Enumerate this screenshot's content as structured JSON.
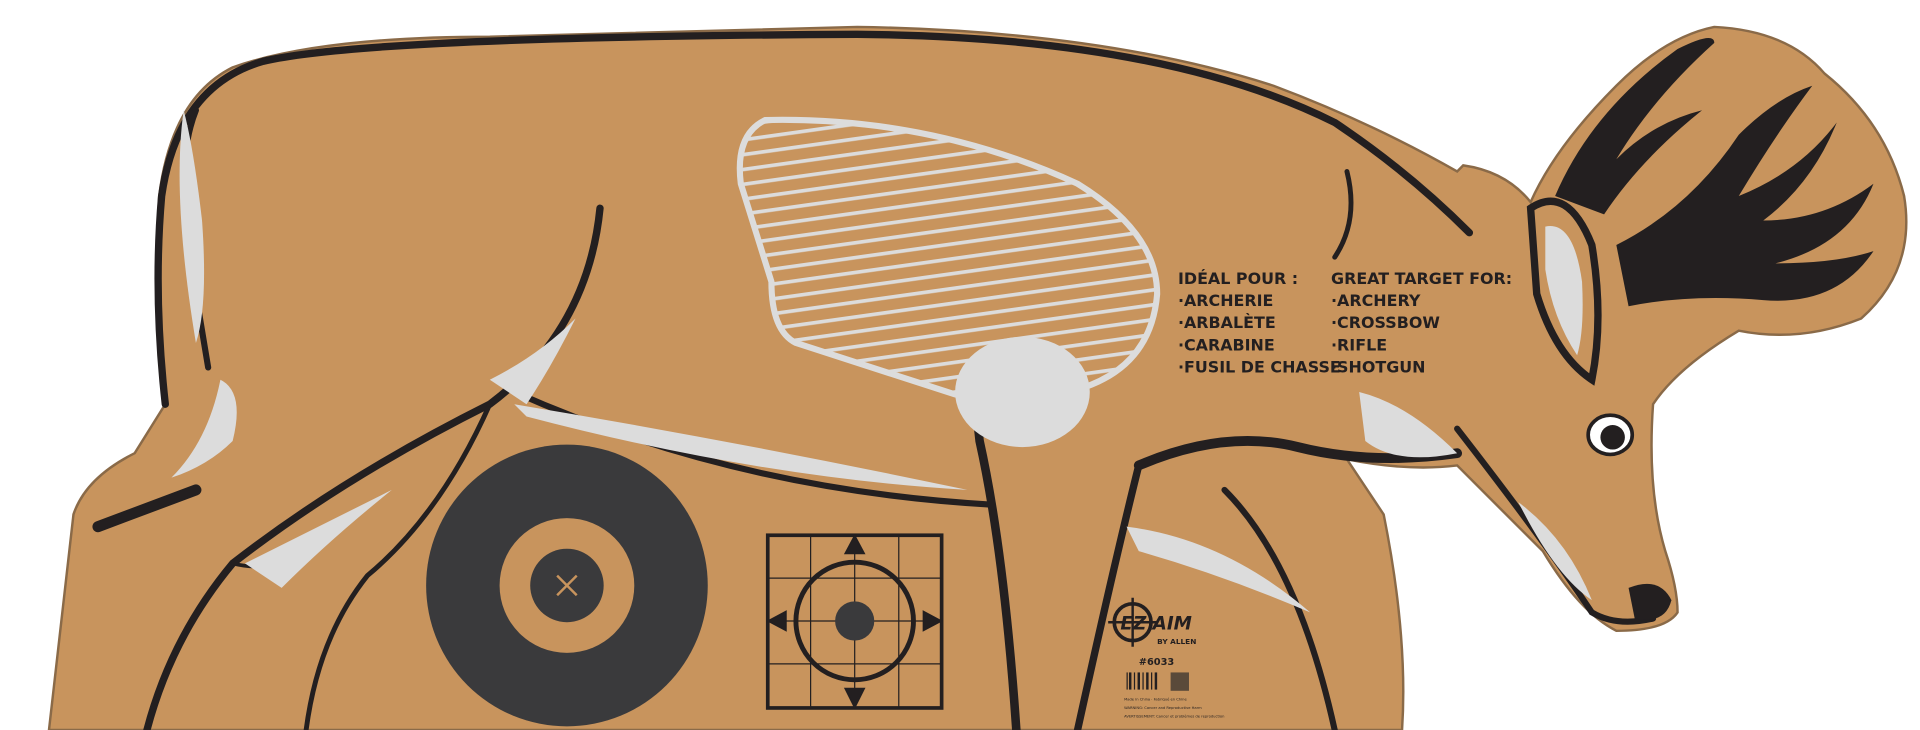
{
  "product": {
    "fr_heading": "IDÉAL POUR :",
    "fr_items": [
      "·ARCHERIE",
      "·ARBALÈTE",
      "·CARABINE",
      "·FUSIL DE CHASSE"
    ],
    "en_heading": "GREAT TARGET FOR:",
    "en_items": [
      "·ARCHERY",
      "·CROSSBOW",
      "·RIFLE",
      "·SHOTGUN"
    ],
    "brand": "EZ AIM",
    "brand_sub": "BY ALLEN",
    "model": "#6033",
    "origin": "Made in China · Fabriqué en Chine",
    "warning_1": "WARNING: Cancer and Reproductive Harm",
    "warning_2": "AVERTISSEMENT: Cancer et problèmes de reproduction"
  },
  "colors": {
    "cardboard": "#c8945d",
    "outline": "#231f20",
    "vital_zone": "#dcdcdc",
    "target_dark": "#3a3a3c"
  }
}
